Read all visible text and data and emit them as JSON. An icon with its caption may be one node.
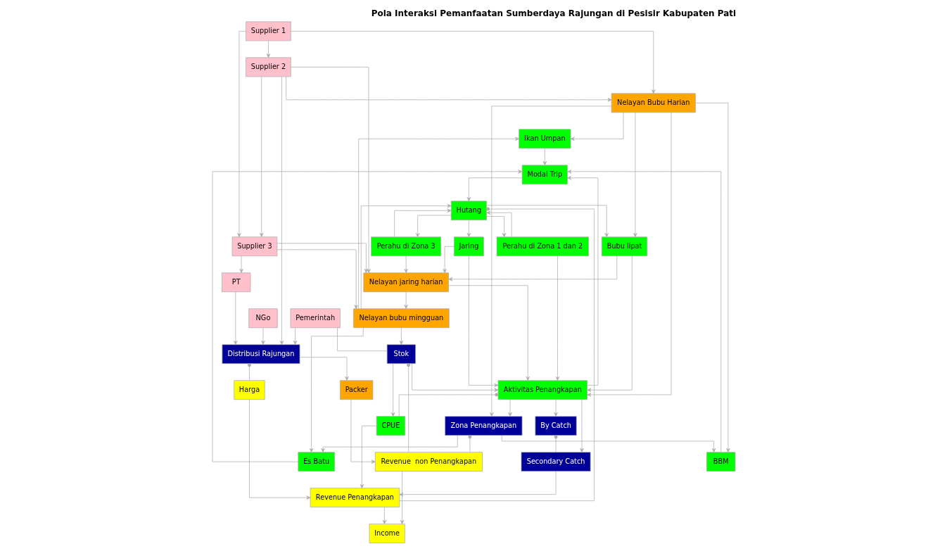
{
  "diagram": {
    "title": "Pola Interaksi Pemanfaatan Sumberdaya Rajungan di Pesisir Kabupaten Pati",
    "nodes": [
      {
        "text": [
          "Nelayan Bubu Harian"
        ]
      },
      {
        "text": [
          "Perahu di Zona 1 dan 2"
        ]
      },
      {
        "text": [
          "Nelayan bubu mingguan"
        ]
      },
      {
        "text": [
          "Supplier 1"
        ]
      },
      {
        "text": [
          "PT"
        ]
      },
      {
        "text": [
          "NGo"
        ]
      },
      {
        "text": [
          "Perahu di Zona 3"
        ]
      },
      {
        "text": [
          "Distribusi Rajungan"
        ]
      },
      {
        "text": [
          "Ikan Umpan"
        ]
      },
      {
        "text": [
          "Supplier 2"
        ]
      },
      {
        "text": [
          "Bubu lipat"
        ]
      },
      {
        "text": [
          "Es Batu"
        ]
      },
      {
        "text": [
          "Pemerintah"
        ]
      },
      {
        "text": [
          "Supplier 3"
        ]
      },
      {
        "text": [
          "Hutang"
        ]
      },
      {
        "text": [
          "Jaring"
        ]
      },
      {
        "text": [
          "BBM"
        ]
      },
      {
        "text": [
          "Nelayan jaring harian"
        ]
      },
      {
        "text": [
          "Modal Trip"
        ]
      },
      {
        "text": [
          "Zona Penangkapan"
        ]
      },
      {
        "text": [
          "Aktivitas Penangkapan"
        ]
      },
      {
        "text": [
          "Secondary Catch"
        ]
      },
      {
        "text": [
          "CPUE"
        ]
      },
      {
        "text": [
          "Stok"
        ]
      },
      {
        "text": [
          "By Catch"
        ]
      },
      {
        "text": [
          "Packer"
        ]
      },
      {
        "text": [
          "Revenue Penangkapan"
        ]
      },
      {
        "text": [
          "Harga"
        ]
      },
      {
        "text": [
          "Income"
        ]
      },
      {
        "text": [
          "Revenue  non Penangkapan"
        ]
      }
    ],
    "edges": [
      {
        "from": 3,
        "to": 0,
        "arrow": "to"
      },
      {
        "from": 9,
        "to": 0,
        "arrow": "to"
      },
      {
        "from": 3,
        "to": 9,
        "arrow": "to"
      },
      {
        "from": 9,
        "to": 13,
        "arrow": "to"
      },
      {
        "from": 3,
        "to": 13,
        "arrow": "to"
      },
      {
        "from": 13,
        "to": 2,
        "arrow": "to"
      },
      {
        "from": 9,
        "to": 17,
        "arrow": "to"
      },
      {
        "from": 13,
        "to": 17,
        "arrow": "to"
      },
      {
        "from": 0,
        "to": 8,
        "arrow": "to"
      },
      {
        "from": 0,
        "to": 10,
        "arrow": "to"
      },
      {
        "from": 0,
        "to": 16,
        "arrow": "to"
      },
      {
        "from": 0,
        "to": 19,
        "arrow": "to"
      },
      {
        "from": 0,
        "to": 20,
        "arrow": "to"
      },
      {
        "from": 2,
        "to": 8,
        "arrow": "to"
      },
      {
        "from": 2,
        "to": 11,
        "arrow": "to"
      },
      {
        "from": 2,
        "to": 14,
        "arrow": "to"
      },
      {
        "from": 1,
        "to": 14,
        "arrow": "to"
      },
      {
        "from": 6,
        "to": 14,
        "arrow": "to"
      },
      {
        "from": 19,
        "to": 11,
        "arrow": "to"
      },
      {
        "from": 19,
        "to": 16,
        "arrow": "to"
      },
      {
        "from": 8,
        "to": 18,
        "arrow": "to"
      },
      {
        "from": 11,
        "to": 18,
        "arrow": "to"
      },
      {
        "from": 16,
        "to": 18,
        "arrow": "to"
      },
      {
        "from": 18,
        "to": 14,
        "arrow": "to"
      },
      {
        "from": 14,
        "to": 10,
        "arrow": "to"
      },
      {
        "from": 14,
        "to": 15,
        "arrow": "to"
      },
      {
        "from": 14,
        "to": 1,
        "arrow": "to"
      },
      {
        "from": 14,
        "to": 6,
        "arrow": "to"
      },
      {
        "from": 10,
        "to": 17,
        "arrow": "to"
      },
      {
        "from": 15,
        "to": 17,
        "arrow": "to"
      },
      {
        "from": 6,
        "to": 17,
        "arrow": "to"
      },
      {
        "from": 10,
        "to": 20,
        "arrow": "to"
      },
      {
        "from": 1,
        "to": 20,
        "arrow": "to"
      },
      {
        "from": 15,
        "to": 20,
        "arrow": "to"
      },
      {
        "from": 17,
        "to": 20,
        "arrow": "to"
      },
      {
        "from": 17,
        "to": 2,
        "arrow": "to"
      },
      {
        "from": 20,
        "to": 18,
        "arrow": "to"
      },
      {
        "from": 20,
        "to": 19,
        "arrow": "to"
      },
      {
        "from": 20,
        "to": 21,
        "arrow": "to"
      },
      {
        "from": 20,
        "to": 24,
        "arrow": "to"
      },
      {
        "from": 20,
        "to": 22,
        "arrow": "other"
      },
      {
        "from": 23,
        "to": 22,
        "arrow": "to"
      },
      {
        "from": 23,
        "to": 20,
        "arrow": "to"
      },
      {
        "from": 2,
        "to": 23,
        "arrow": "to"
      },
      {
        "from": 24,
        "to": 21,
        "arrow": "other"
      },
      {
        "from": 21,
        "to": 26,
        "arrow": "to"
      },
      {
        "from": 22,
        "to": 26,
        "arrow": "to"
      },
      {
        "from": 14,
        "to": 26,
        "arrow": "other"
      },
      {
        "from": 27,
        "to": 26,
        "arrow": "to"
      },
      {
        "from": 26,
        "to": 28,
        "arrow": "to"
      },
      {
        "from": 29,
        "to": 28,
        "arrow": "to"
      },
      {
        "from": 25,
        "to": 29,
        "arrow": "to"
      },
      {
        "from": 7,
        "to": 25,
        "arrow": "to"
      },
      {
        "from": 7,
        "to": 27,
        "arrow": "other"
      },
      {
        "from": 4,
        "to": 7,
        "arrow": "to"
      },
      {
        "from": 5,
        "to": 7,
        "arrow": "to"
      },
      {
        "from": 12,
        "to": 7,
        "arrow": "to"
      },
      {
        "from": 9,
        "to": 7,
        "arrow": "to"
      },
      {
        "from": 13,
        "to": 4,
        "arrow": "to"
      },
      {
        "from": 12,
        "to": 23,
        "arrow": "none"
      },
      {
        "from": 19,
        "to": 29,
        "arrow": "other"
      },
      {
        "from": 23,
        "to": 29,
        "arrow": "other"
      }
    ]
  }
}
